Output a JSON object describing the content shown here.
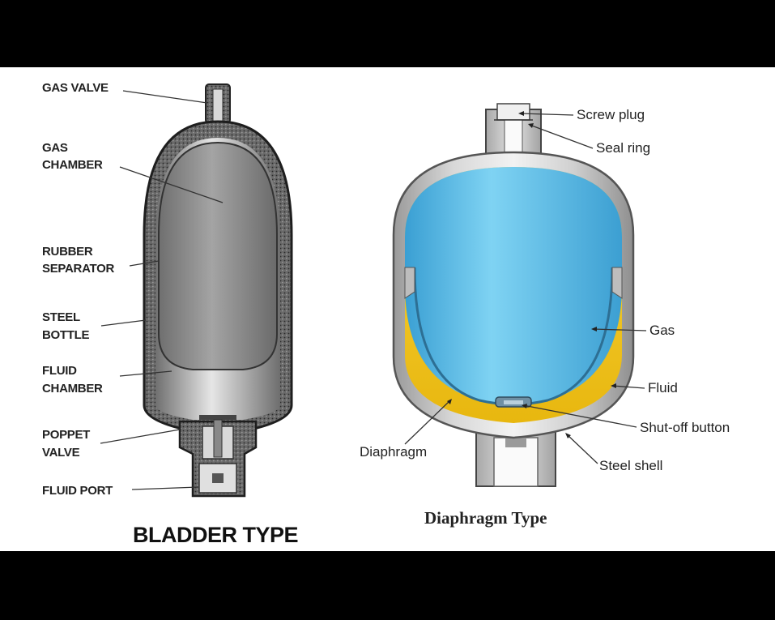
{
  "bladder": {
    "title": "BLADDER TYPE",
    "labels": {
      "gas_valve": "GAS VALVE",
      "gas_chamber": [
        "GAS",
        "CHAMBER"
      ],
      "rubber_separator": [
        "RUBBER",
        "SEPARATOR"
      ],
      "steel_bottle": [
        "STEEL",
        "BOTTLE"
      ],
      "fluid_chamber": [
        "FLUID",
        "CHAMBER"
      ],
      "poppet_valve": [
        "POPPET",
        "VALVE"
      ],
      "fluid_port": "FLUID PORT"
    }
  },
  "diaphragm": {
    "title": "Diaphragm Type",
    "labels": {
      "screw_plug": "Screw plug",
      "seal_ring": "Seal ring",
      "gas": "Gas",
      "fluid": "Fluid",
      "shutoff_button": "Shut-off button",
      "diaphragm": "Diaphragm",
      "steel_shell": "Steel shell"
    }
  },
  "colors": {
    "background": "#ffffff",
    "letterbox": "#000000",
    "gas_blue": "#5cc3ec",
    "fluid_yellow": "#f2c419",
    "bladder_gray": "#8a8a8a",
    "steel_gray": "#c9c9c9"
  }
}
